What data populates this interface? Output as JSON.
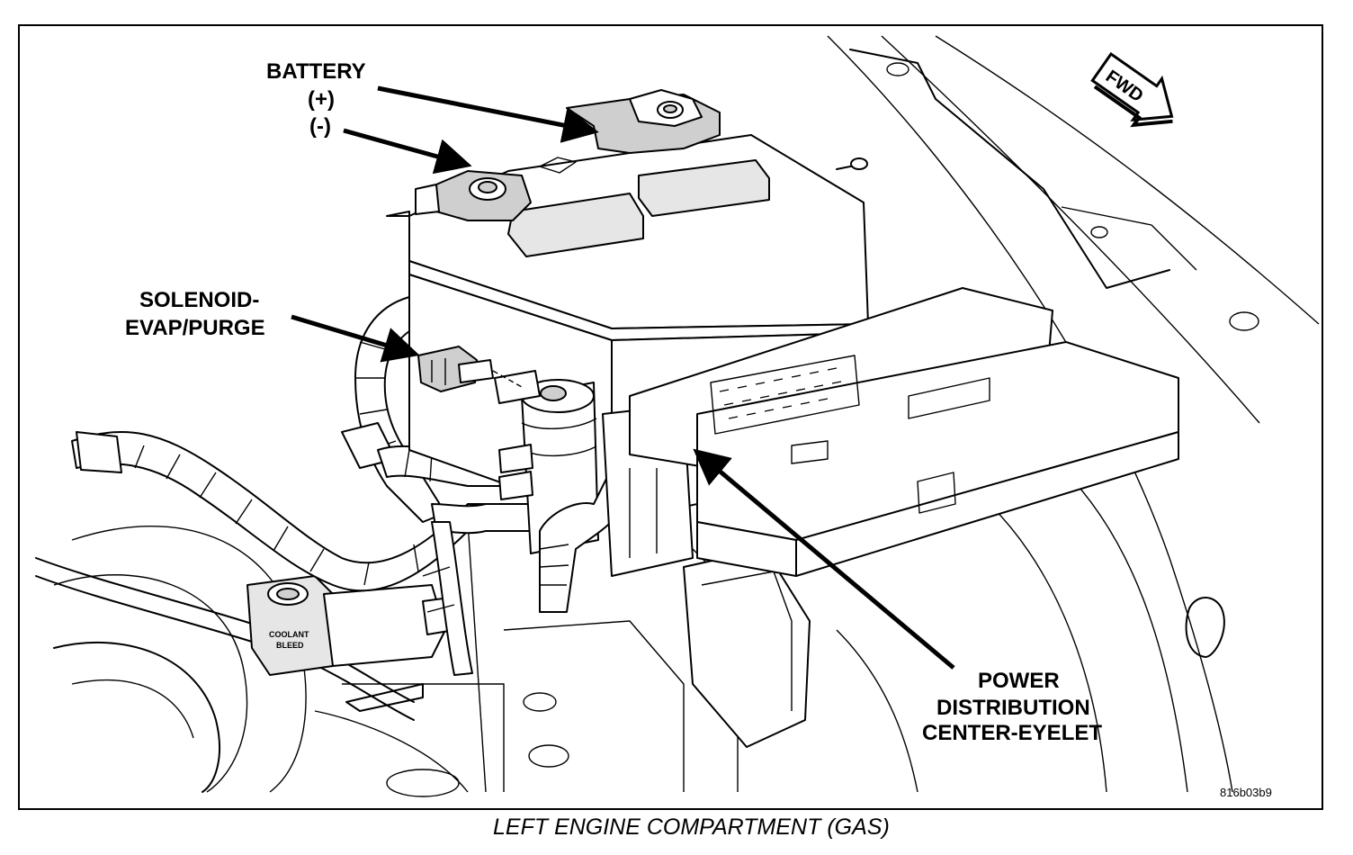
{
  "labels": {
    "battery": "BATTERY",
    "battery_pos": "(+)",
    "battery_neg": "(-)",
    "solenoid_line1": "SOLENOID-",
    "solenoid_line2": "EVAP/PURGE",
    "pdc_line1": "POWER",
    "pdc_line2": "DISTRIBUTION",
    "pdc_line3": "CENTER-EYELET",
    "fwd": "FWD",
    "coolant_line1": "COOLANT",
    "coolant_line2": "BLEED",
    "figure_code": "816b03b9"
  },
  "caption": "LEFT ENGINE COMPARTMENT (GAS)",
  "icons": {
    "fwd_arrow": "fwd-arrow-icon"
  }
}
